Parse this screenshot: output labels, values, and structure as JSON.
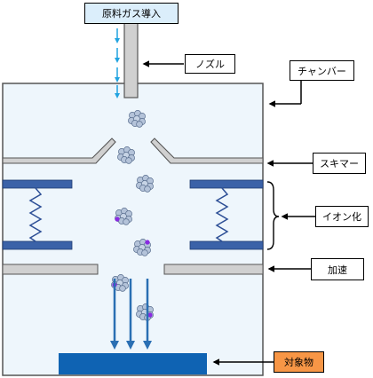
{
  "gas_inlet_label": "原料ガス導入",
  "labels": {
    "nozzle": "ノズル",
    "chamber": "チャンバー",
    "skimmer": "スキマー",
    "ionization": "イオン化",
    "acceleration": "加速",
    "target": "対象物"
  },
  "colors": {
    "chamber_fill": "#eef6fc",
    "gas_label_fill": "#dbeefb",
    "gas_arrow": "#21a3e0",
    "plate_blue": "#3b62a8",
    "spring": "#2d4f96",
    "plate_gray": "#d0d0d0",
    "beam_arrow": "#2a6fb3",
    "target_fill": "#0f63b3",
    "target_label_fill": "#f79646",
    "cluster": "#b4c3d9",
    "ion_dot": "#8a2be2"
  },
  "icons": [
    "molecule-cluster-icon",
    "ionized-cluster-icon"
  ]
}
